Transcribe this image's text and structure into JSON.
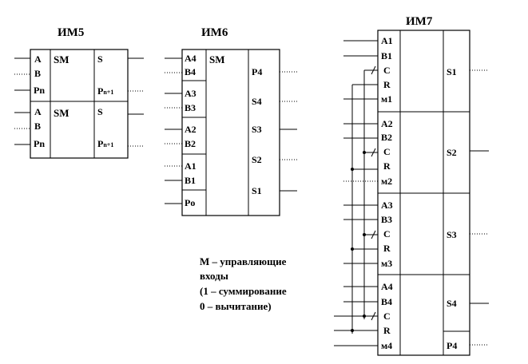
{
  "im5": {
    "title": "ИМ5",
    "sections": [
      {
        "inputs": [
          "A",
          "B",
          "Pn"
        ],
        "core": "SM",
        "out_s": "S",
        "out_p": "P",
        "out_p_sub": "n+1"
      },
      {
        "inputs": [
          "A",
          "B",
          "Pn"
        ],
        "core": "SM",
        "out_s": "S",
        "out_p": "P",
        "out_p_sub": "n+1"
      }
    ]
  },
  "im6": {
    "title": "ИМ6",
    "core": "SM",
    "inputs": [
      "A4",
      "B4",
      "A3",
      "B3",
      "A2",
      "B2",
      "A1",
      "B1",
      "Po"
    ],
    "outputs": [
      "P4",
      "S4",
      "S3",
      "S2",
      "S1"
    ]
  },
  "im7": {
    "title": "ИМ7",
    "sections": [
      {
        "inputs": [
          "A1",
          "B1",
          "C",
          "R",
          "м1"
        ],
        "output": "S1"
      },
      {
        "inputs": [
          "A2",
          "B2",
          "C",
          "R",
          "м2"
        ],
        "output": "S2"
      },
      {
        "inputs": [
          "A3",
          "B3",
          "C",
          "R",
          "м3"
        ],
        "output": "S3"
      },
      {
        "inputs": [
          "A4",
          "B4",
          "C",
          "R",
          "м4"
        ],
        "output": "S4"
      }
    ],
    "carry_output": "P4"
  },
  "note": {
    "lines": [
      "М – управляющие",
      "входы",
      "(1 – суммирование",
      "0 – вычитание)"
    ]
  }
}
